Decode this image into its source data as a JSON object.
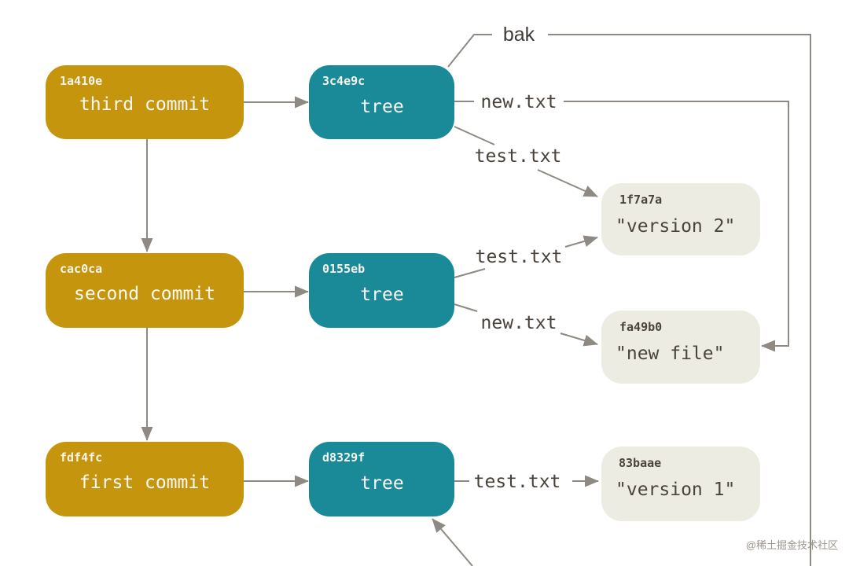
{
  "colors": {
    "commit": "#c5950e",
    "tree": "#1a8a99",
    "blob": "#edece2",
    "line": "#8e8982"
  },
  "nodes": {
    "commit_third": {
      "hash": "1a410e",
      "label": "third commit"
    },
    "tree_third": {
      "hash": "3c4e9c",
      "label": "tree"
    },
    "commit_second": {
      "hash": "cac0ca",
      "label": "second commit"
    },
    "tree_second": {
      "hash": "0155eb",
      "label": "tree"
    },
    "commit_first": {
      "hash": "fdf4fc",
      "label": "first commit"
    },
    "tree_first": {
      "hash": "d8329f",
      "label": "tree"
    },
    "blob_version2": {
      "hash": "1f7a7a",
      "label": "\"version 2\""
    },
    "blob_newfile": {
      "hash": "fa49b0",
      "label": "\"new file\""
    },
    "blob_version1": {
      "hash": "83baae",
      "label": "\"version 1\""
    }
  },
  "edge_labels": {
    "branch_bak": "bak",
    "new_txt_top": "new.txt",
    "test_txt_top": "test.txt",
    "test_txt_middle": "test.txt",
    "new_txt_middle": "new.txt",
    "test_txt_bottom": "test.txt"
  },
  "watermark": "@稀土掘金技术社区"
}
